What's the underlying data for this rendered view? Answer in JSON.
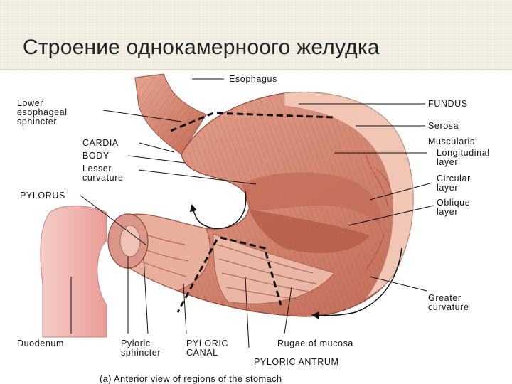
{
  "slide": {
    "title": "Строение однокамерноого желудка"
  },
  "diagram": {
    "caption": "(a) Anterior view of regions of the stomach",
    "labels": {
      "esophagus": "Esophagus",
      "lower_esophageal_sphincter": "Lower\nesophageal\nsphincter",
      "cardia": "CARDIA",
      "body": "BODY",
      "lesser_curvature": "Lesser\ncurvature",
      "pylorus": "PYLORUS",
      "duodenum": "Duodenum",
      "pyloric_sphincter": "Pyloric\nsphincter",
      "pyloric_canal": "PYLORIC\nCANAL",
      "rugae_of_mucosa": "Rugae of mucosa",
      "pyloric_antrum": "PYLORIC ANTRUM",
      "fundus": "FUNDUS",
      "serosa": "Serosa",
      "muscularis": "Muscularis:",
      "longitudinal_layer": "Longitudinal\nlayer",
      "circular_layer": "Circular\nlayer",
      "oblique_layer": "Oblique\nlayer",
      "greater_curvature": "Greater\ncurvature"
    },
    "colors": {
      "tissue": "#d98f7a",
      "tissue_dark": "#b8624f",
      "tissue_light": "#f0c0ae",
      "duodenum": "#f3b9b4",
      "line": "#111111"
    }
  }
}
